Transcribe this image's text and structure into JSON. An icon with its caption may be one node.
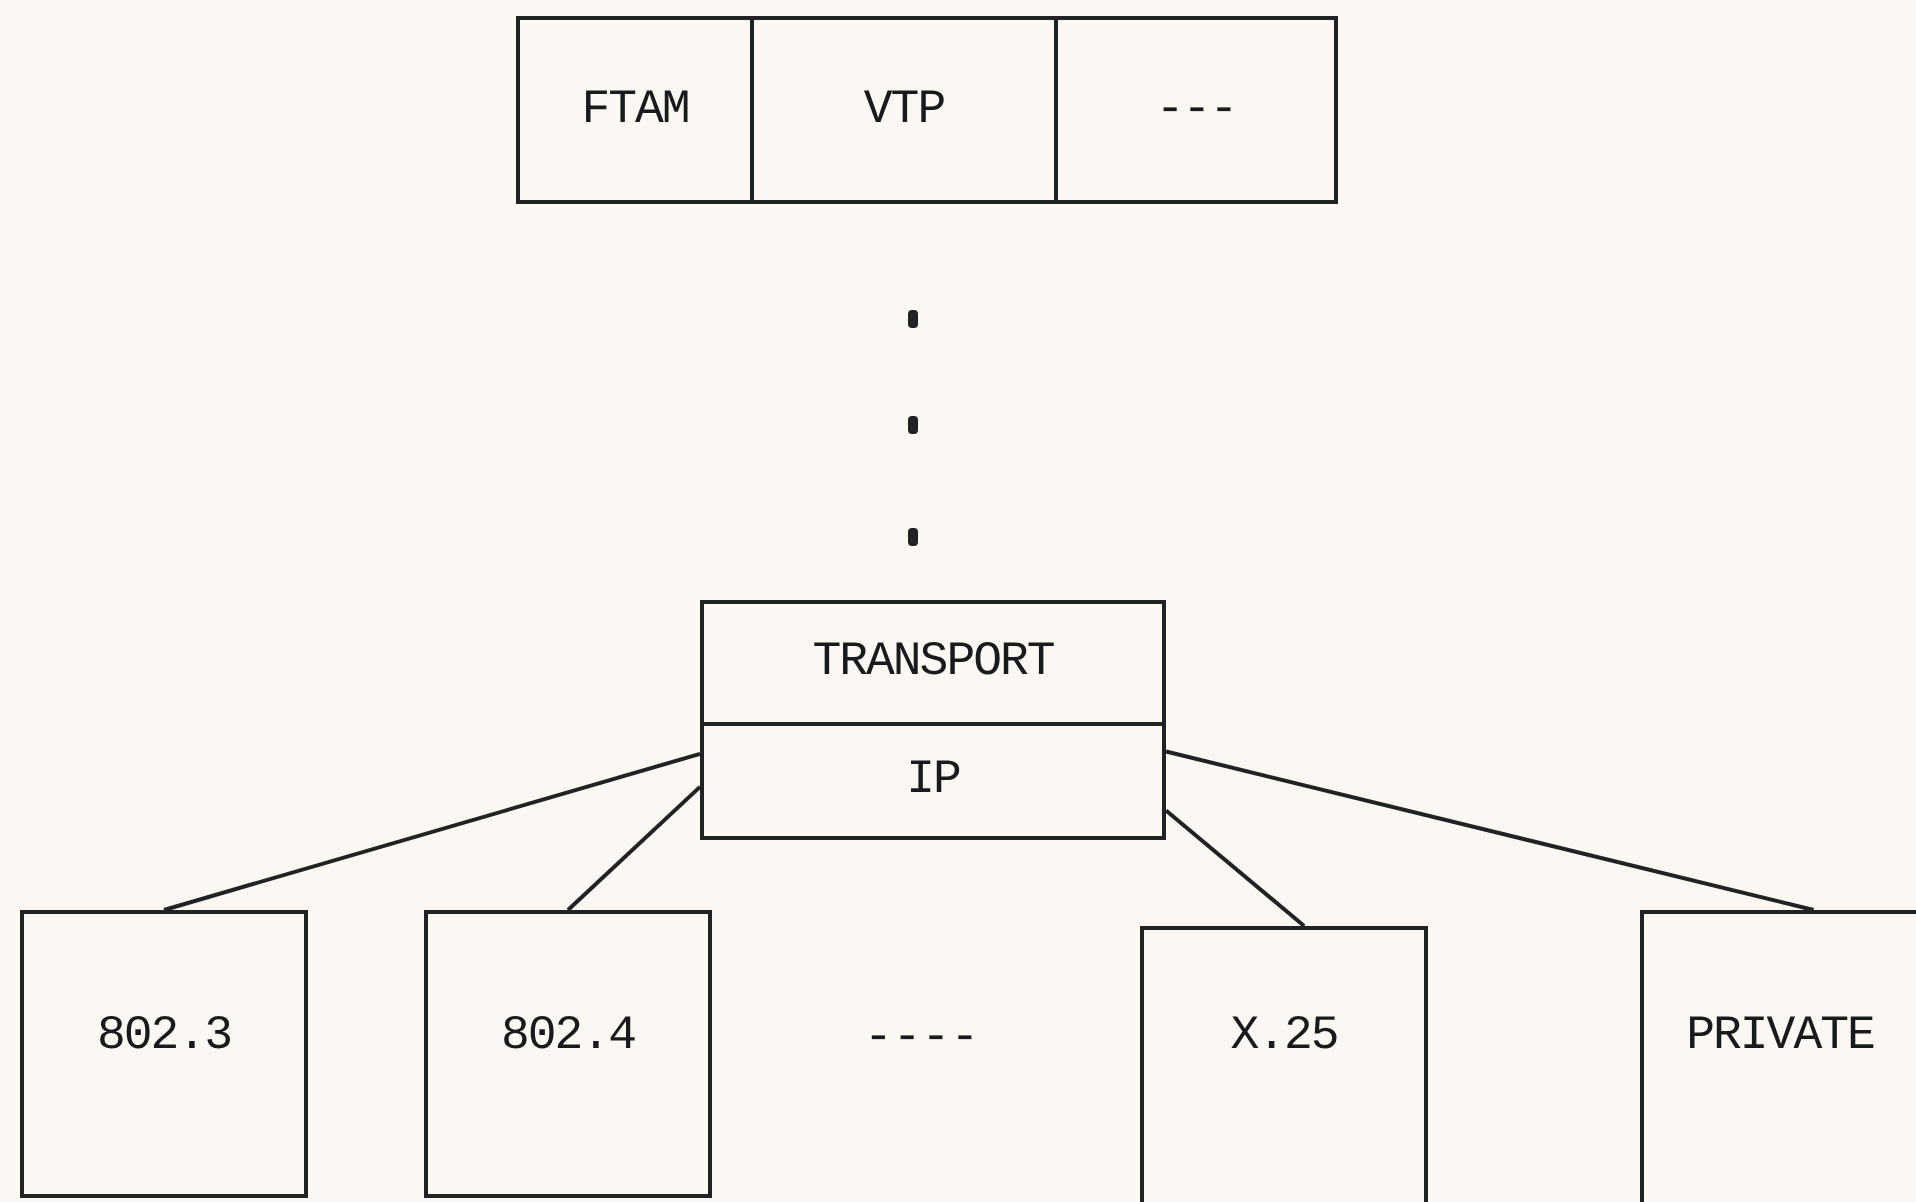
{
  "diagram": {
    "nodes": [
      {
        "text": [
          "FTAM"
        ]
      },
      {
        "text": [
          "VTP"
        ]
      },
      {
        "text": [
          "---"
        ]
      },
      {
        "text": [
          "TRANSPORT"
        ]
      },
      {
        "text": [
          "IP"
        ]
      },
      {
        "text": [
          "802.3"
        ]
      },
      {
        "text": [
          "802.4"
        ]
      },
      {
        "text": [
          "X.25"
        ]
      },
      {
        "text": [
          "PRIVATE"
        ]
      }
    ],
    "edges": [
      {
        "from": 4,
        "to": 5,
        "arrow": "none"
      },
      {
        "from": 4,
        "to": 6,
        "arrow": "none"
      },
      {
        "from": 4,
        "to": 7,
        "arrow": "none"
      },
      {
        "from": 4,
        "to": 8,
        "arrow": "none"
      }
    ],
    "labels": [
      "----"
    ]
  }
}
